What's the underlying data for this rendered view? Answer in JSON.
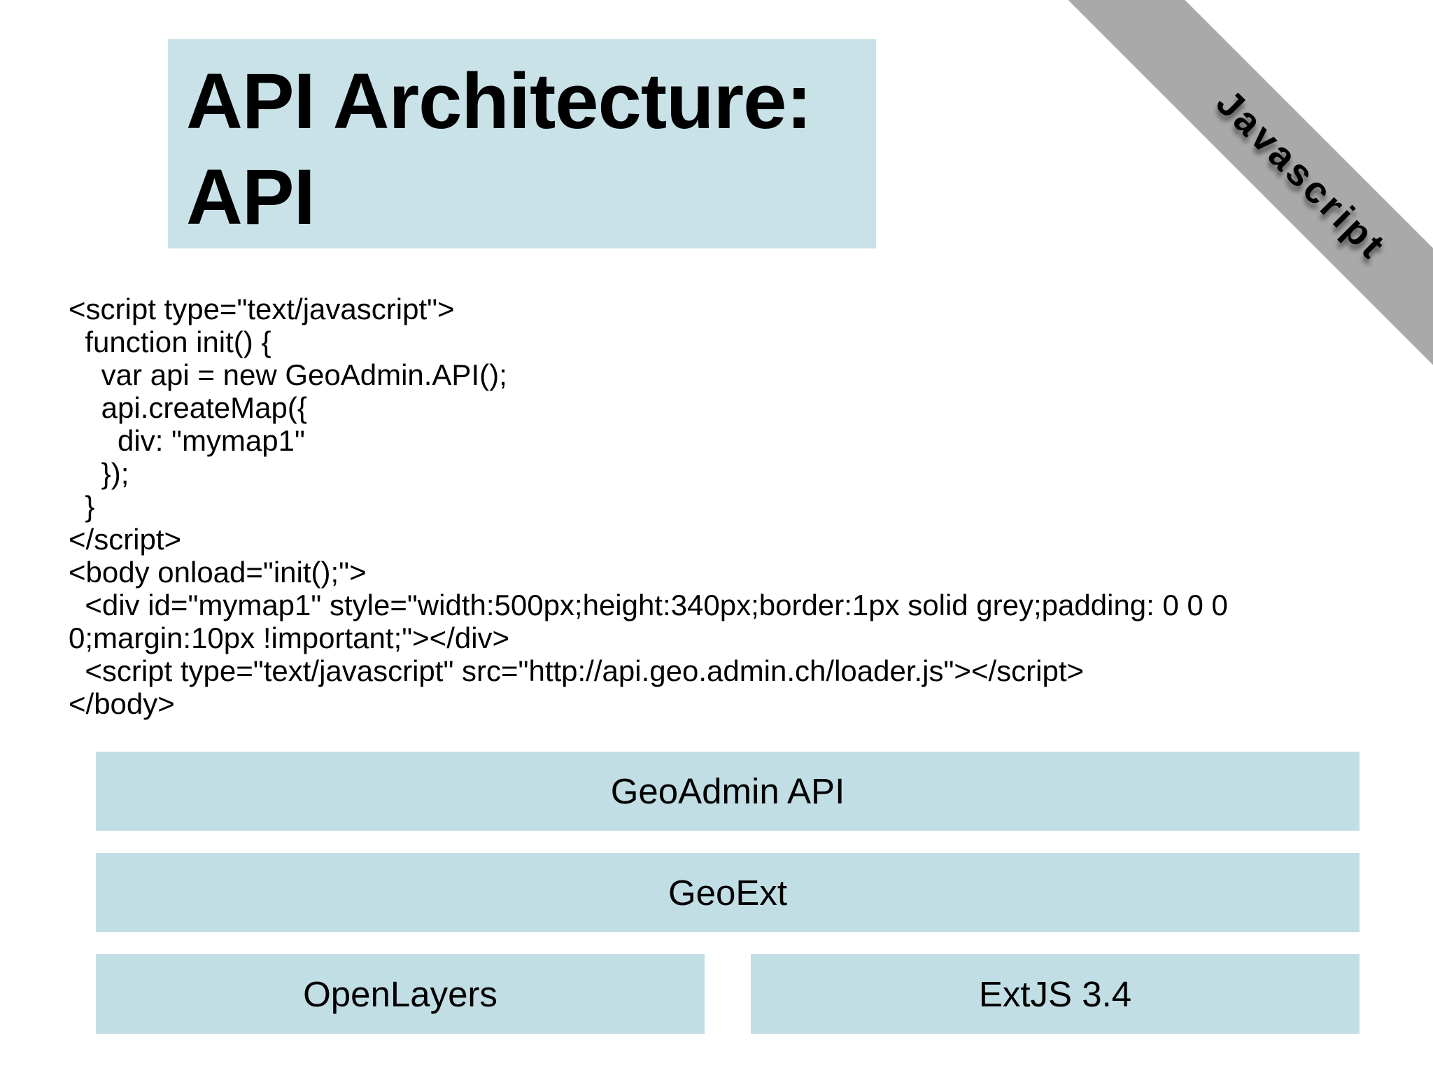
{
  "slide": {
    "title": {
      "line1": "API Architecture:",
      "line2": "API"
    },
    "ribbon": {
      "label": "Javascript",
      "fill": "#a9a9a9",
      "text_color": "#000000"
    },
    "code": {
      "lines": [
        "<script type=\"text/javascript\">",
        "  function init() {",
        "    var api = new GeoAdmin.API();",
        "    api.createMap({",
        "      div: \"mymap1\"",
        "    });",
        "  }",
        "</script>",
        "<body onload=\"init();\">",
        "  <div id=\"mymap1\" style=\"width:500px;height:340px;border:1px solid grey;padding: 0 0 0",
        "0;margin:10px !important;\"></div>",
        "  <script type=\"text/javascript\" src=\"http://api.geo.admin.ch/loader.js\"></script>",
        "</body>"
      ]
    },
    "architecture": {
      "layers": [
        {
          "label": "GeoAdmin API"
        },
        {
          "label": "GeoExt"
        },
        {
          "label": "OpenLayers"
        },
        {
          "label": "ExtJS 3.4"
        }
      ]
    },
    "colors": {
      "title_box_fill": "#c9e2e8",
      "layer_box_fill": "#c2dee5",
      "ribbon_fill": "#a9a9a9",
      "background": "#ffffff",
      "text": "#000000"
    }
  }
}
